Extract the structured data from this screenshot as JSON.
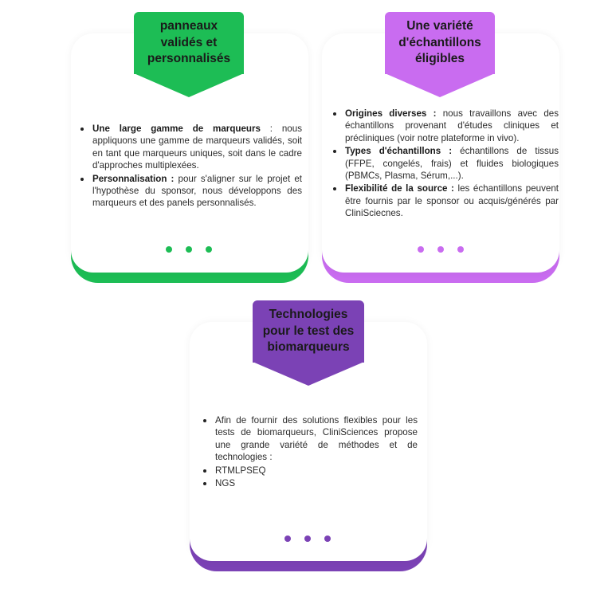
{
  "colors": {
    "green": "#1dbd55",
    "pink": "#c96cf0",
    "purple": "#7b42b5"
  },
  "cards": [
    {
      "id": "panels",
      "title": "panneaux validés et personnalisés",
      "items": [
        {
          "label": "Une large gamme de marqueurs",
          "text": " : nous appliquons une gamme de marqueurs validés, soit en tant que marqueurs uniques, soit dans le cadre d'approches multiplexées."
        },
        {
          "label": "Personnalisation :",
          "text": " pour s'aligner sur le projet et l'hypothèse du sponsor, nous développons des marqueurs et des panels personnalisés."
        }
      ]
    },
    {
      "id": "samples",
      "title": "Une variété d'échantillons éligibles",
      "items": [
        {
          "label": "Origines diverses :",
          "text": " nous travaillons avec des échantillons provenant d'études cliniques et précliniques (voir notre plateforme in vivo)."
        },
        {
          "label": "Types d'échantillons :",
          "text": " échantillons de tissus (FFPE, congelés, frais) et fluides biologiques (PBMCs, Plasma, Sérum,...)."
        },
        {
          "label": "Flexibilité de la source :",
          "text": " les échantillons peuvent être fournis par le sponsor ou acquis/générés par CliniSciecnes."
        }
      ]
    },
    {
      "id": "technologies",
      "title": "Technologies pour le test des biomarqueurs",
      "items": [
        {
          "label": "",
          "text": "Afin de fournir des solutions flexibles pour les tests de biomarqueurs, CliniSciences propose une grande variété de méthodes et de technologies :"
        },
        {
          "label": "",
          "text": "RTMLPSEQ"
        },
        {
          "label": "",
          "text": "NGS"
        }
      ]
    }
  ]
}
